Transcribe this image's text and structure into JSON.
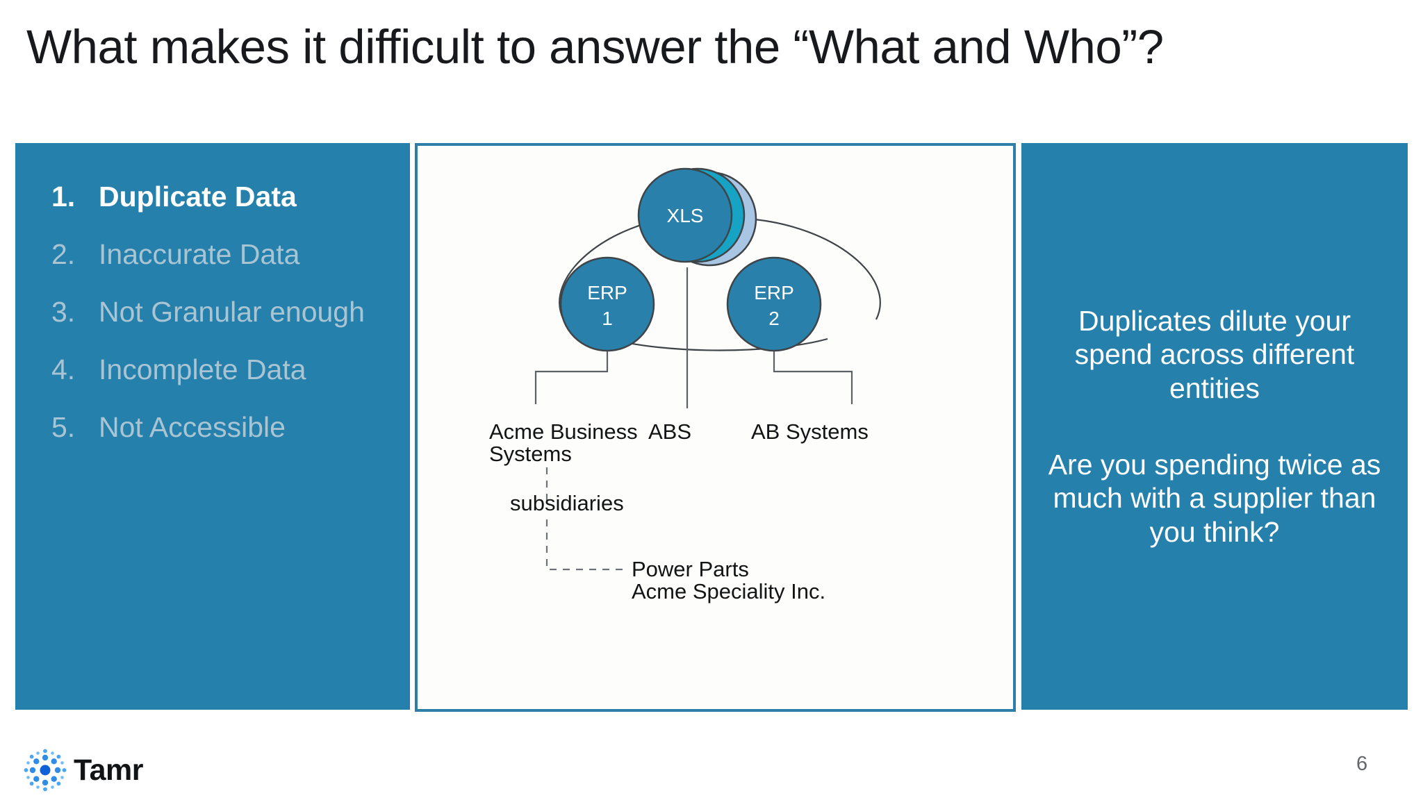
{
  "slide": {
    "title": "What makes it difficult to answer the “What and Who”?",
    "page_number": "6",
    "colors": {
      "panel_blue": "#2680ac",
      "node_blue": "#2980ab",
      "node_teal": "#16a3c4",
      "node_light_blue": "#a9c5e4",
      "muted_text": "#a9c4d3",
      "panel_border": "#2e7fa8",
      "title_text": "#17191c"
    }
  },
  "issues_panel": {
    "items": [
      {
        "number": "1.",
        "label": "Duplicate Data",
        "state": "active"
      },
      {
        "number": "2.",
        "label": "Inaccurate Data",
        "state": "muted"
      },
      {
        "number": "3.",
        "label": "Not Granular enough",
        "state": "muted"
      },
      {
        "number": "4.",
        "label": "Incomplete Data",
        "state": "muted"
      },
      {
        "number": "5.",
        "label": "Not Accessible",
        "state": "muted"
      }
    ]
  },
  "diagram": {
    "nodes": [
      {
        "id": "xls",
        "label_line1": "XLS",
        "label_line2": ""
      },
      {
        "id": "erp1",
        "label_line1": "ERP",
        "label_line2": "1"
      },
      {
        "id": "erp2",
        "label_line1": "ERP",
        "label_line2": "2"
      }
    ],
    "entity_labels": [
      {
        "id": "acme-business-systems",
        "line1": "Acme Business",
        "line2": "Systems"
      },
      {
        "id": "abs",
        "line1": "ABS",
        "line2": ""
      },
      {
        "id": "ab-systems",
        "line1": "AB Systems",
        "line2": ""
      }
    ],
    "subsidiaries_label": "subsidiaries",
    "subsidiary_entities": {
      "line1": "Power Parts",
      "line2": "Acme Speciality Inc."
    }
  },
  "insight_panel": {
    "paragraph_1": "Duplicates dilute your spend across different entities",
    "paragraph_2": "Are you spending twice as much with a supplier than you think?"
  },
  "footer": {
    "brand": "Tamr"
  }
}
